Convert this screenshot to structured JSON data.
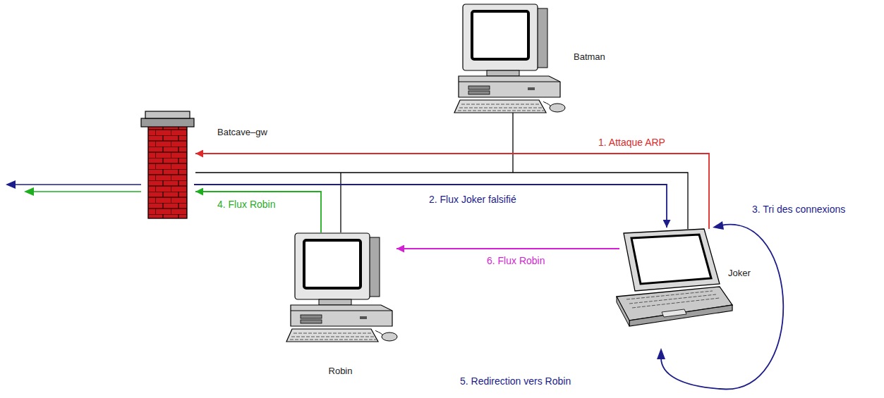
{
  "diagram": {
    "nodes": [
      {
        "text": [
          "Batman"
        ]
      },
      {
        "text": [
          "Batcave–gw"
        ]
      },
      {
        "text": [
          "Robin"
        ]
      },
      {
        "text": [
          "Joker"
        ]
      }
    ],
    "edges": [
      {
        "from": 3,
        "to": 1,
        "arrow": "to",
        "label": "1. Attaque ARP"
      },
      {
        "from": 1,
        "to": 3,
        "arrow": "to",
        "label": "2. Flux Joker falsifié"
      },
      {
        "from": 2,
        "to": 1,
        "arrow": "to",
        "label": "4. Flux Robin"
      },
      {
        "from": 3,
        "to": 2,
        "arrow": "to",
        "label": "6. Flux Robin"
      }
    ],
    "labels": [
      "3. Tri des connexions",
      "5. Redirection vers Robin"
    ]
  }
}
